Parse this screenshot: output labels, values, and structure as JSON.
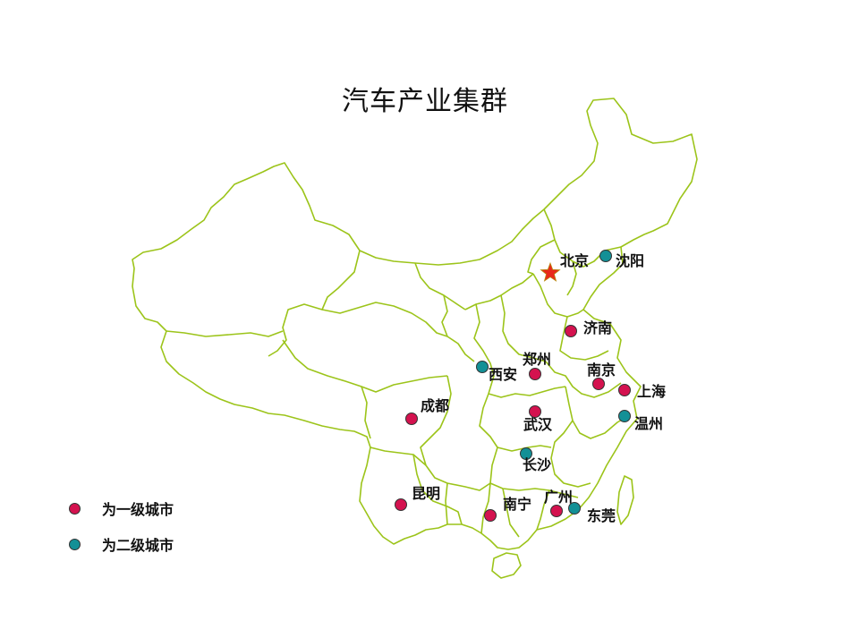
{
  "title": "汽车产业集群",
  "colors": {
    "border": "#9cc41a",
    "tier1": "#d4124f",
    "tier2": "#139096",
    "capital_star": "#e8281c"
  },
  "capital": {
    "name": "北京",
    "symbol": "star"
  },
  "cities": [
    {
      "name": "沈阳",
      "tier": 2
    },
    {
      "name": "济南",
      "tier": 1
    },
    {
      "name": "郑州",
      "tier": 1
    },
    {
      "name": "西安",
      "tier": 2
    },
    {
      "name": "南京",
      "tier": 1
    },
    {
      "name": "上海",
      "tier": 1
    },
    {
      "name": "温州",
      "tier": 2
    },
    {
      "name": "成都",
      "tier": 1
    },
    {
      "name": "武汉",
      "tier": 1
    },
    {
      "name": "长沙",
      "tier": 2
    },
    {
      "name": "昆明",
      "tier": 1
    },
    {
      "name": "南宁",
      "tier": 1
    },
    {
      "name": "广州",
      "tier": 1
    },
    {
      "name": "东莞",
      "tier": 2
    }
  ],
  "legend": [
    {
      "label": "为一级城市",
      "tier": 1
    },
    {
      "label": "为二级城市",
      "tier": 2
    }
  ]
}
